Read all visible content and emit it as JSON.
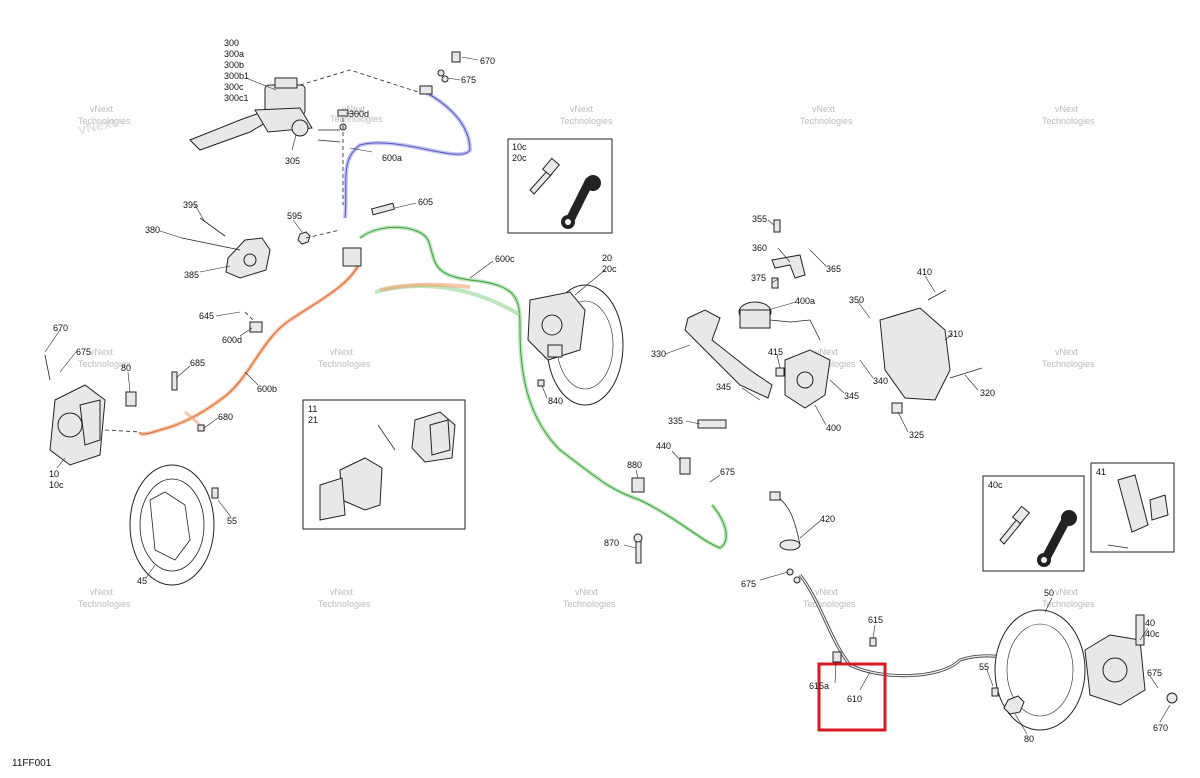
{
  "drawing_id": "11FF001",
  "watermark": {
    "line1": "vNext",
    "line2": "Technologies"
  },
  "inset_boxes": {
    "box_10c": [
      "10c",
      "20c"
    ],
    "box_11": [
      "11",
      "21"
    ],
    "box_40c": [
      "40c"
    ],
    "box_41": [
      "41"
    ]
  },
  "callouts": {
    "c300": [
      "300",
      "300a",
      "300b",
      "300b1",
      "300c",
      "300c1"
    ],
    "c305": "305",
    "c300d": "300d",
    "c670_top": "670",
    "c675_top": "675",
    "c600a": "600a",
    "c395": "395",
    "c380": "380",
    "c385": "385",
    "c595": "595",
    "c605": "605",
    "c600c": "600c",
    "c20": [
      "20",
      "20c"
    ],
    "c355": "355",
    "c360": "360",
    "c365": "365",
    "c375": "375",
    "c400a": "400a",
    "c410": "410",
    "c350": "350",
    "c310": "310",
    "c330": "330",
    "c415": "415",
    "c340": "340",
    "c345a": "345",
    "c345b": "345",
    "c320": "320",
    "c335": "335",
    "c400": "400",
    "c325": "325",
    "c645": "645",
    "c600d": "600d",
    "c670_left": "670",
    "c675_left": "675",
    "c80_left": "80",
    "c685": "685",
    "c600b": "600b",
    "c680": "680",
    "c10": [
      "10",
      "10c"
    ],
    "c840": "840",
    "c440": "440",
    "c880": "880",
    "c675_mid": "675",
    "c55_left": "55",
    "c45": "45",
    "c870": "870",
    "c420": "420",
    "c675_low": "675",
    "c615": "615",
    "c615a": "615a",
    "c610": "610",
    "c50": "50",
    "c40": [
      "40",
      "40c"
    ],
    "c55_right": "55",
    "c675_right": "675",
    "c670_right": "670",
    "c80_right": "80"
  },
  "colors": {
    "line_600a": "#8b8be8",
    "line_600b": "#f4a070",
    "line_600c": "#8fd68f",
    "highlight": "#d71920"
  }
}
